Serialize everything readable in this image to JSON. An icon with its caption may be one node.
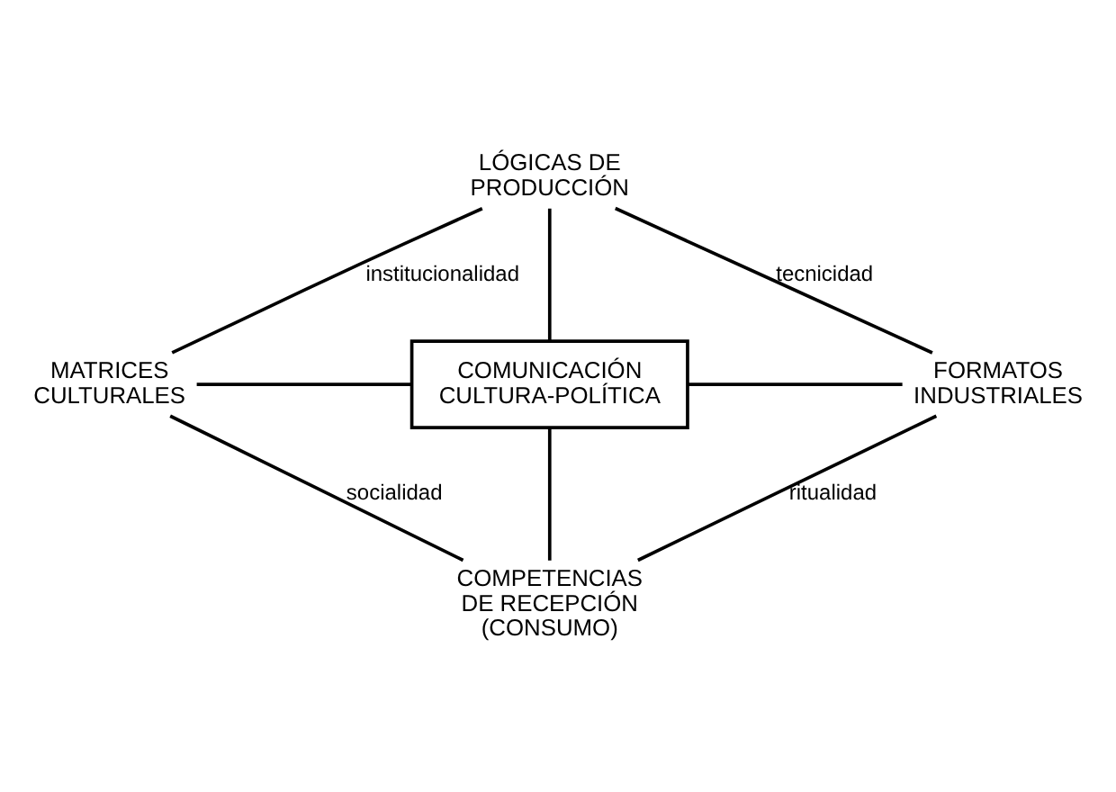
{
  "diagram": {
    "nodes": [
      {
        "text": [
          "LÓGICAS DE PRODUCCIÓN"
        ]
      },
      {
        "text": [
          "MATRICES CULTURALES"
        ]
      },
      {
        "text": [
          "COMUNICACIÓN CULTURA-POLÍTICA"
        ]
      },
      {
        "text": [
          "FORMATOS INDUSTRIALES"
        ]
      },
      {
        "text": [
          "COMPETENCIAS DE RECEPCIÓN (CONSUMO)"
        ]
      }
    ],
    "edges": [
      {
        "from": 0,
        "to": 1,
        "arrow": "none",
        "label": "institucionalidad"
      },
      {
        "from": 0,
        "to": 2,
        "arrow": "none"
      },
      {
        "from": 0,
        "to": 3,
        "arrow": "none",
        "label": "tecnicidad"
      },
      {
        "from": 1,
        "to": 2,
        "arrow": "none"
      },
      {
        "from": 2,
        "to": 3,
        "arrow": "none"
      },
      {
        "from": 1,
        "to": 4,
        "arrow": "none",
        "label": "socialidad"
      },
      {
        "from": 2,
        "to": 4,
        "arrow": "none"
      },
      {
        "from": 3,
        "to": 4,
        "arrow": "none",
        "label": "ritualidad"
      }
    ]
  }
}
